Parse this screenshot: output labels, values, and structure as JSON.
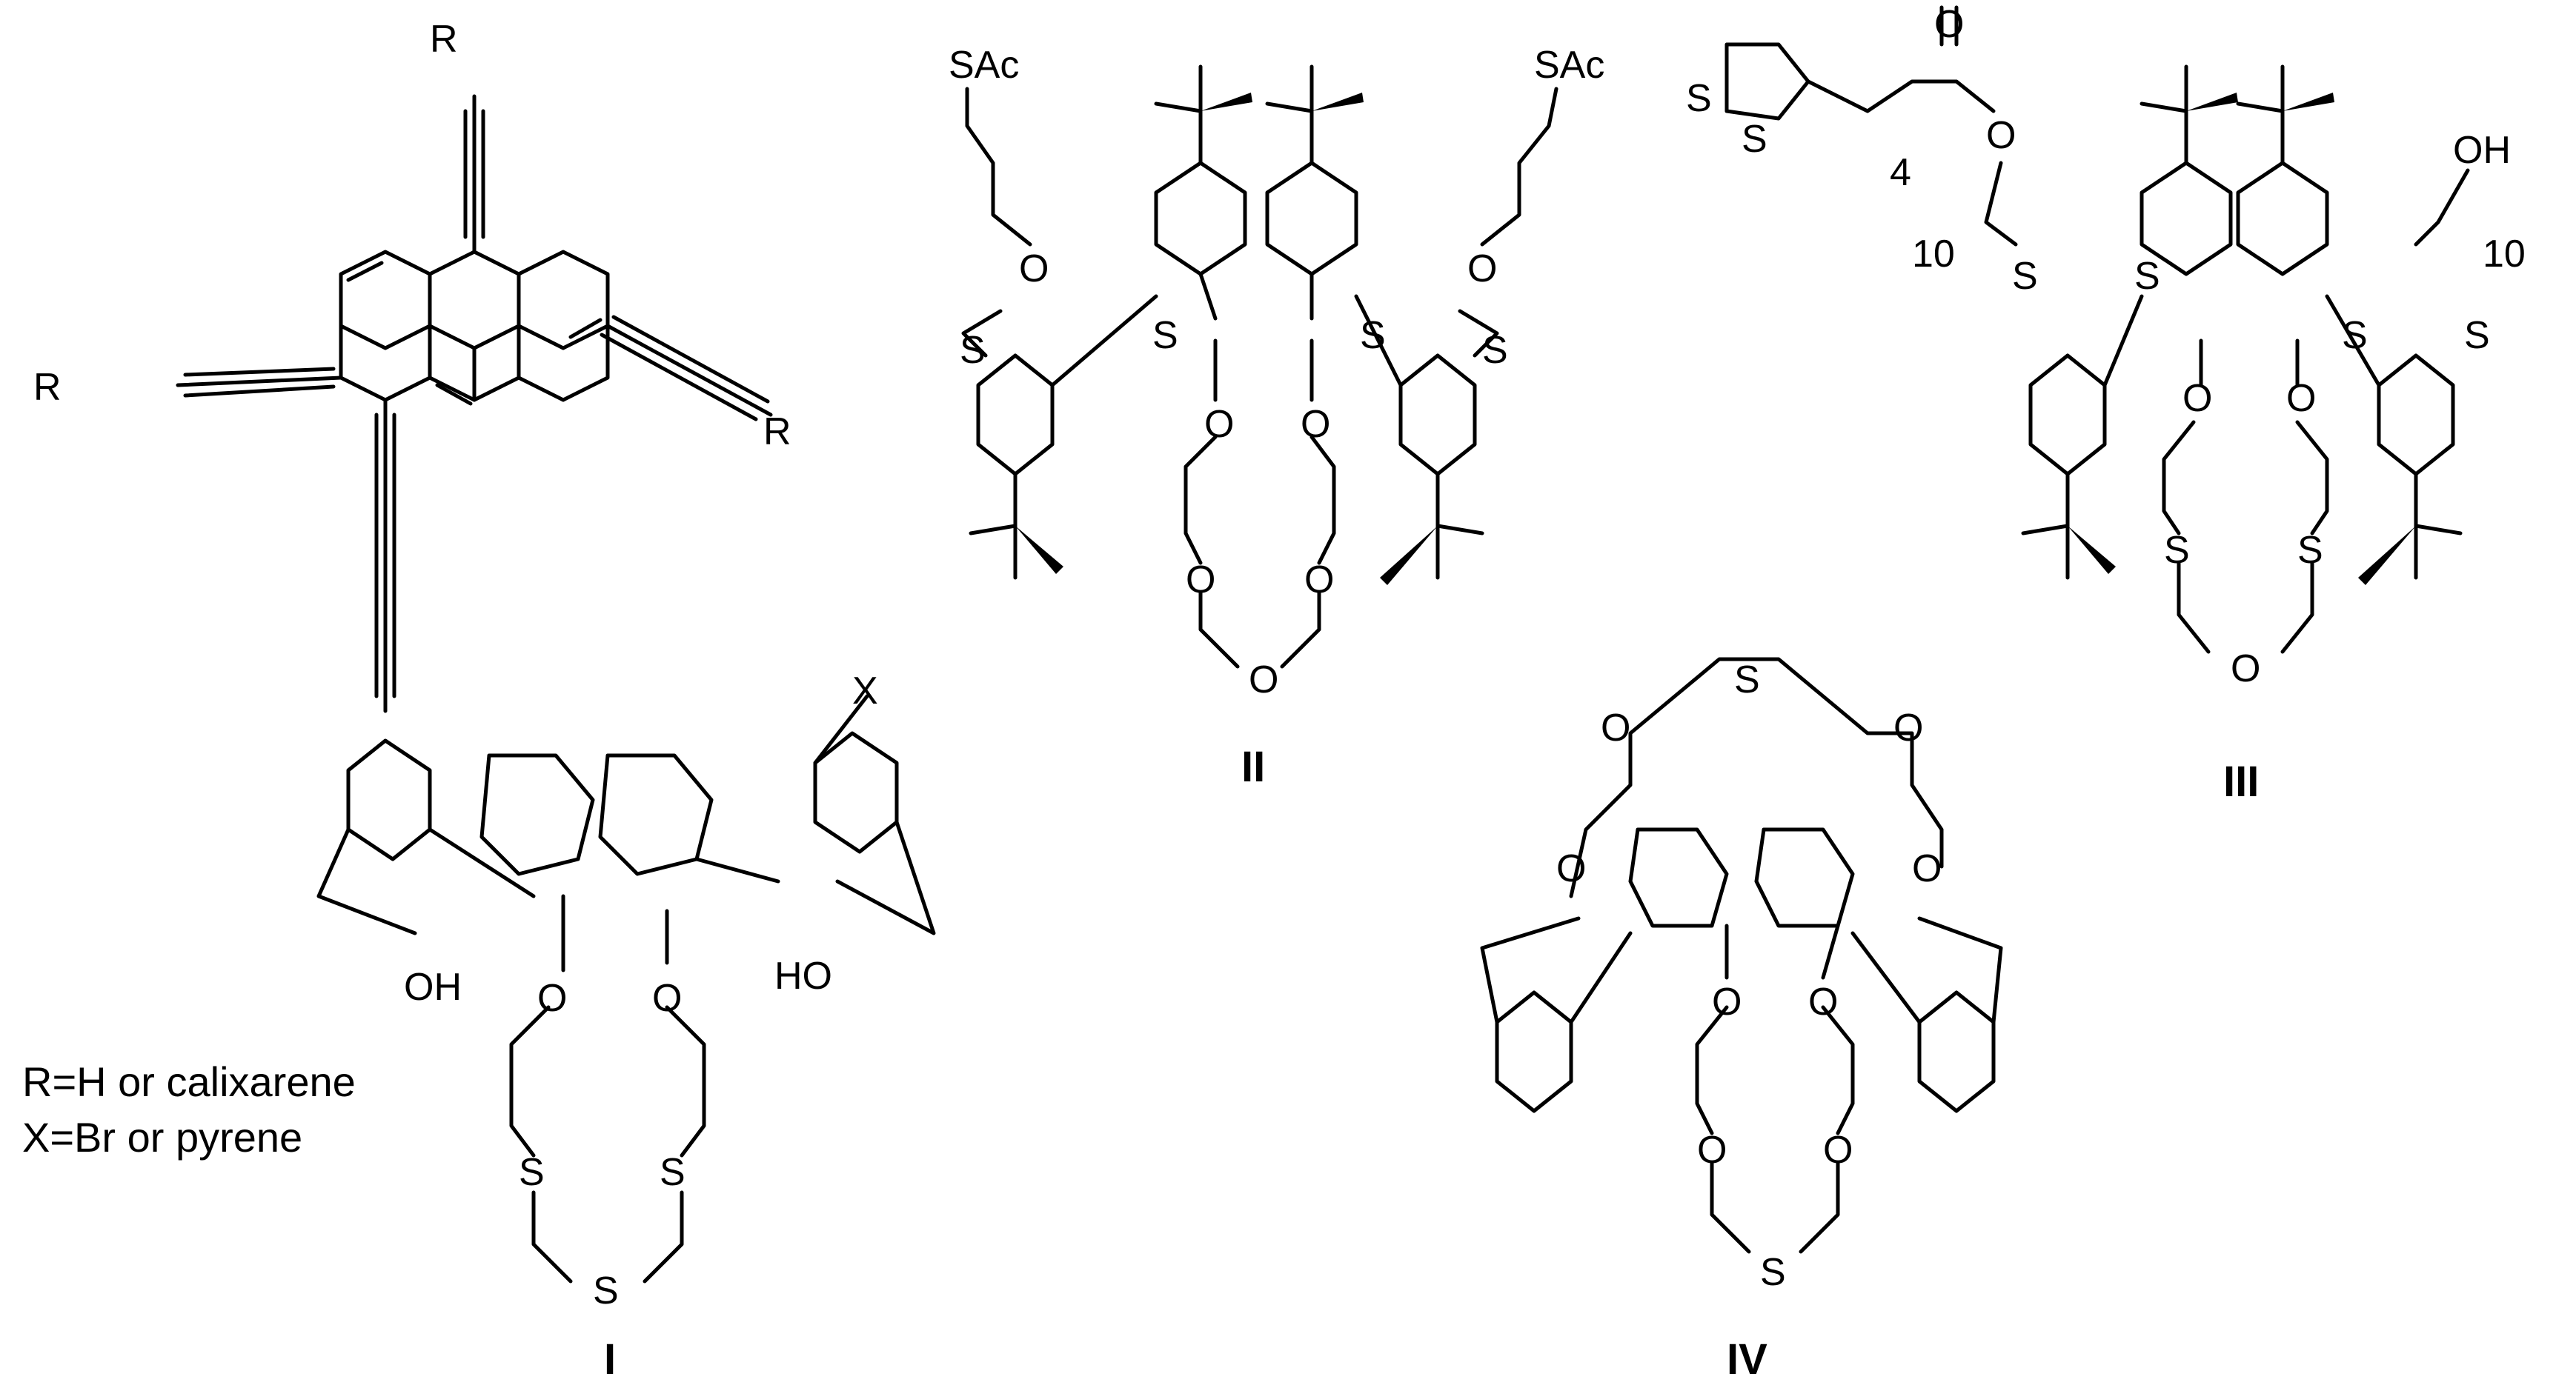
{
  "compounds": [
    {
      "id": "I",
      "label": "I",
      "notes": [
        "R=H or calixarene",
        "X=Br or pyrene"
      ]
    },
    {
      "id": "II",
      "label": "II"
    },
    {
      "id": "III",
      "label": "III"
    },
    {
      "id": "IV",
      "label": "IV"
    }
  ],
  "atoms": {
    "R": "R",
    "X": "X",
    "OH": "OH",
    "HO": "HO",
    "O": "O",
    "S": "S",
    "SAc": "SAc",
    "four": "4",
    "ten": "10"
  },
  "colors": {
    "ink": "#000000",
    "background": "#ffffff"
  }
}
